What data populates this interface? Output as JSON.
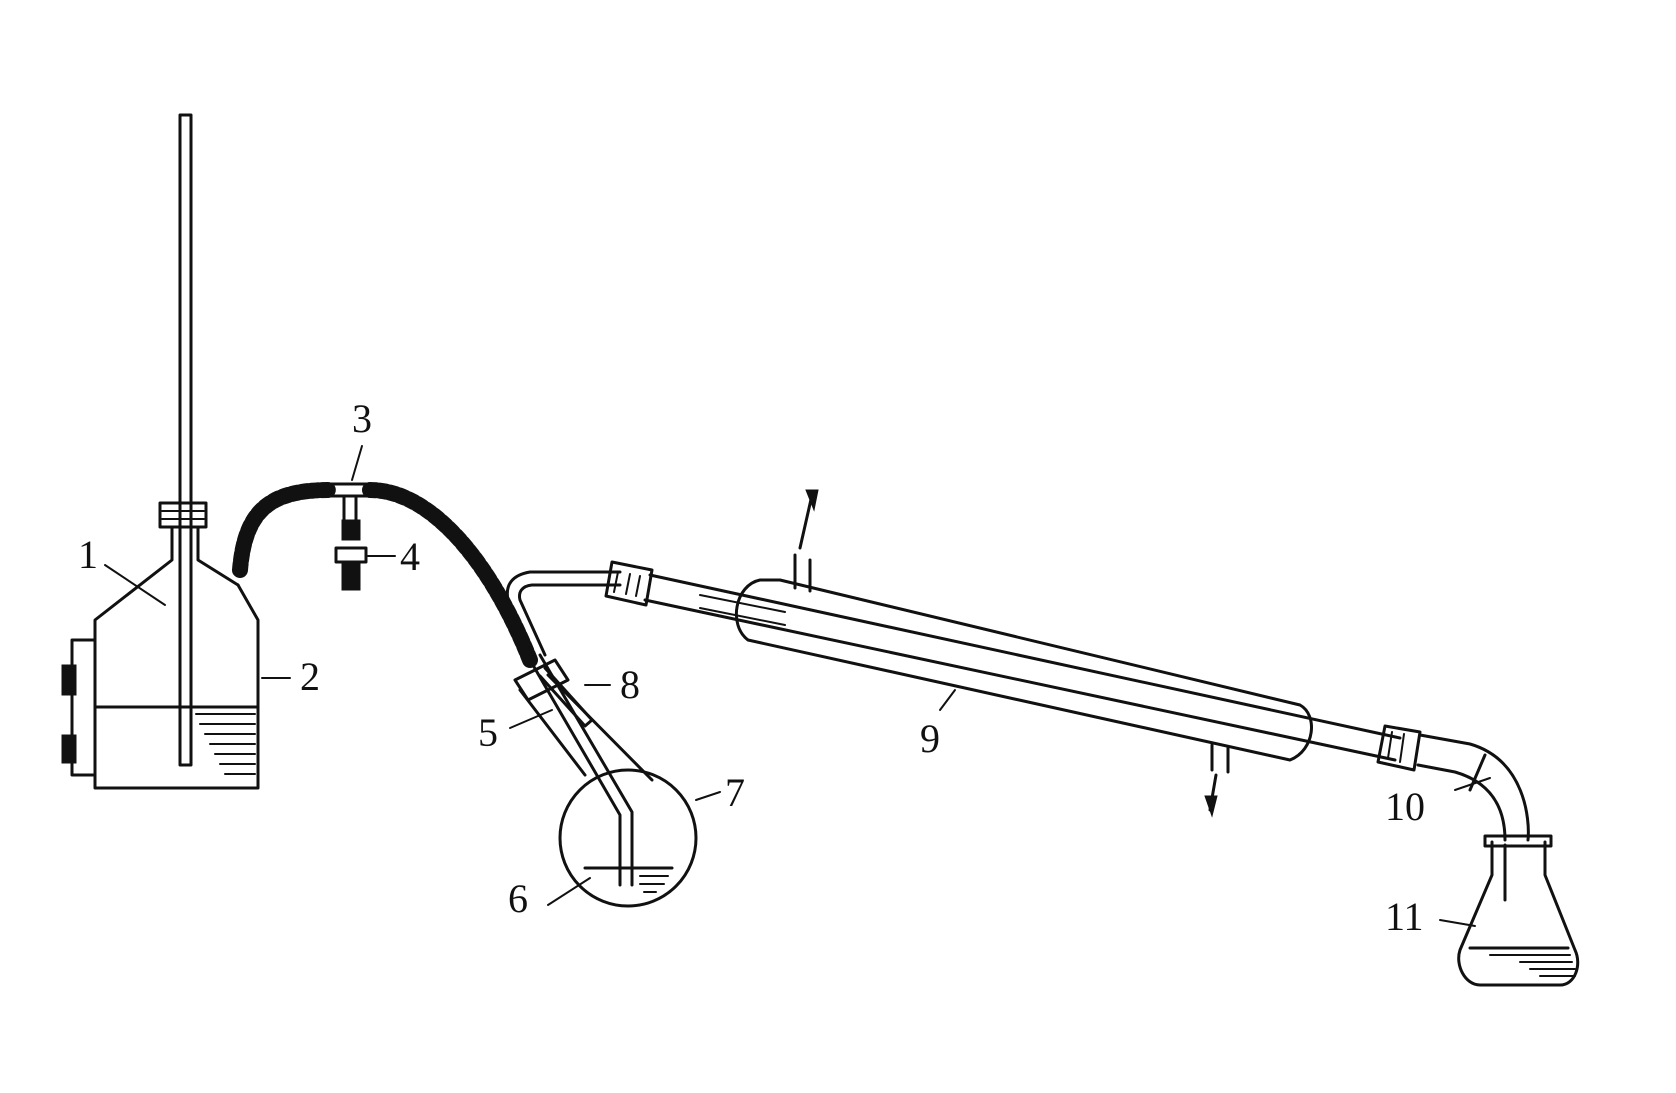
{
  "diagram": {
    "labels": [
      {
        "id": "1",
        "text": "1"
      },
      {
        "id": "2",
        "text": "2"
      },
      {
        "id": "3",
        "text": "3"
      },
      {
        "id": "4",
        "text": "4"
      },
      {
        "id": "5",
        "text": "5"
      },
      {
        "id": "6",
        "text": "6"
      },
      {
        "id": "7",
        "text": "7"
      },
      {
        "id": "8",
        "text": "8"
      },
      {
        "id": "9",
        "text": "9"
      },
      {
        "id": "10",
        "text": "10"
      },
      {
        "id": "11",
        "text": "11"
      }
    ],
    "colors": {
      "ink": "#111111",
      "background": "#ffffff"
    }
  }
}
